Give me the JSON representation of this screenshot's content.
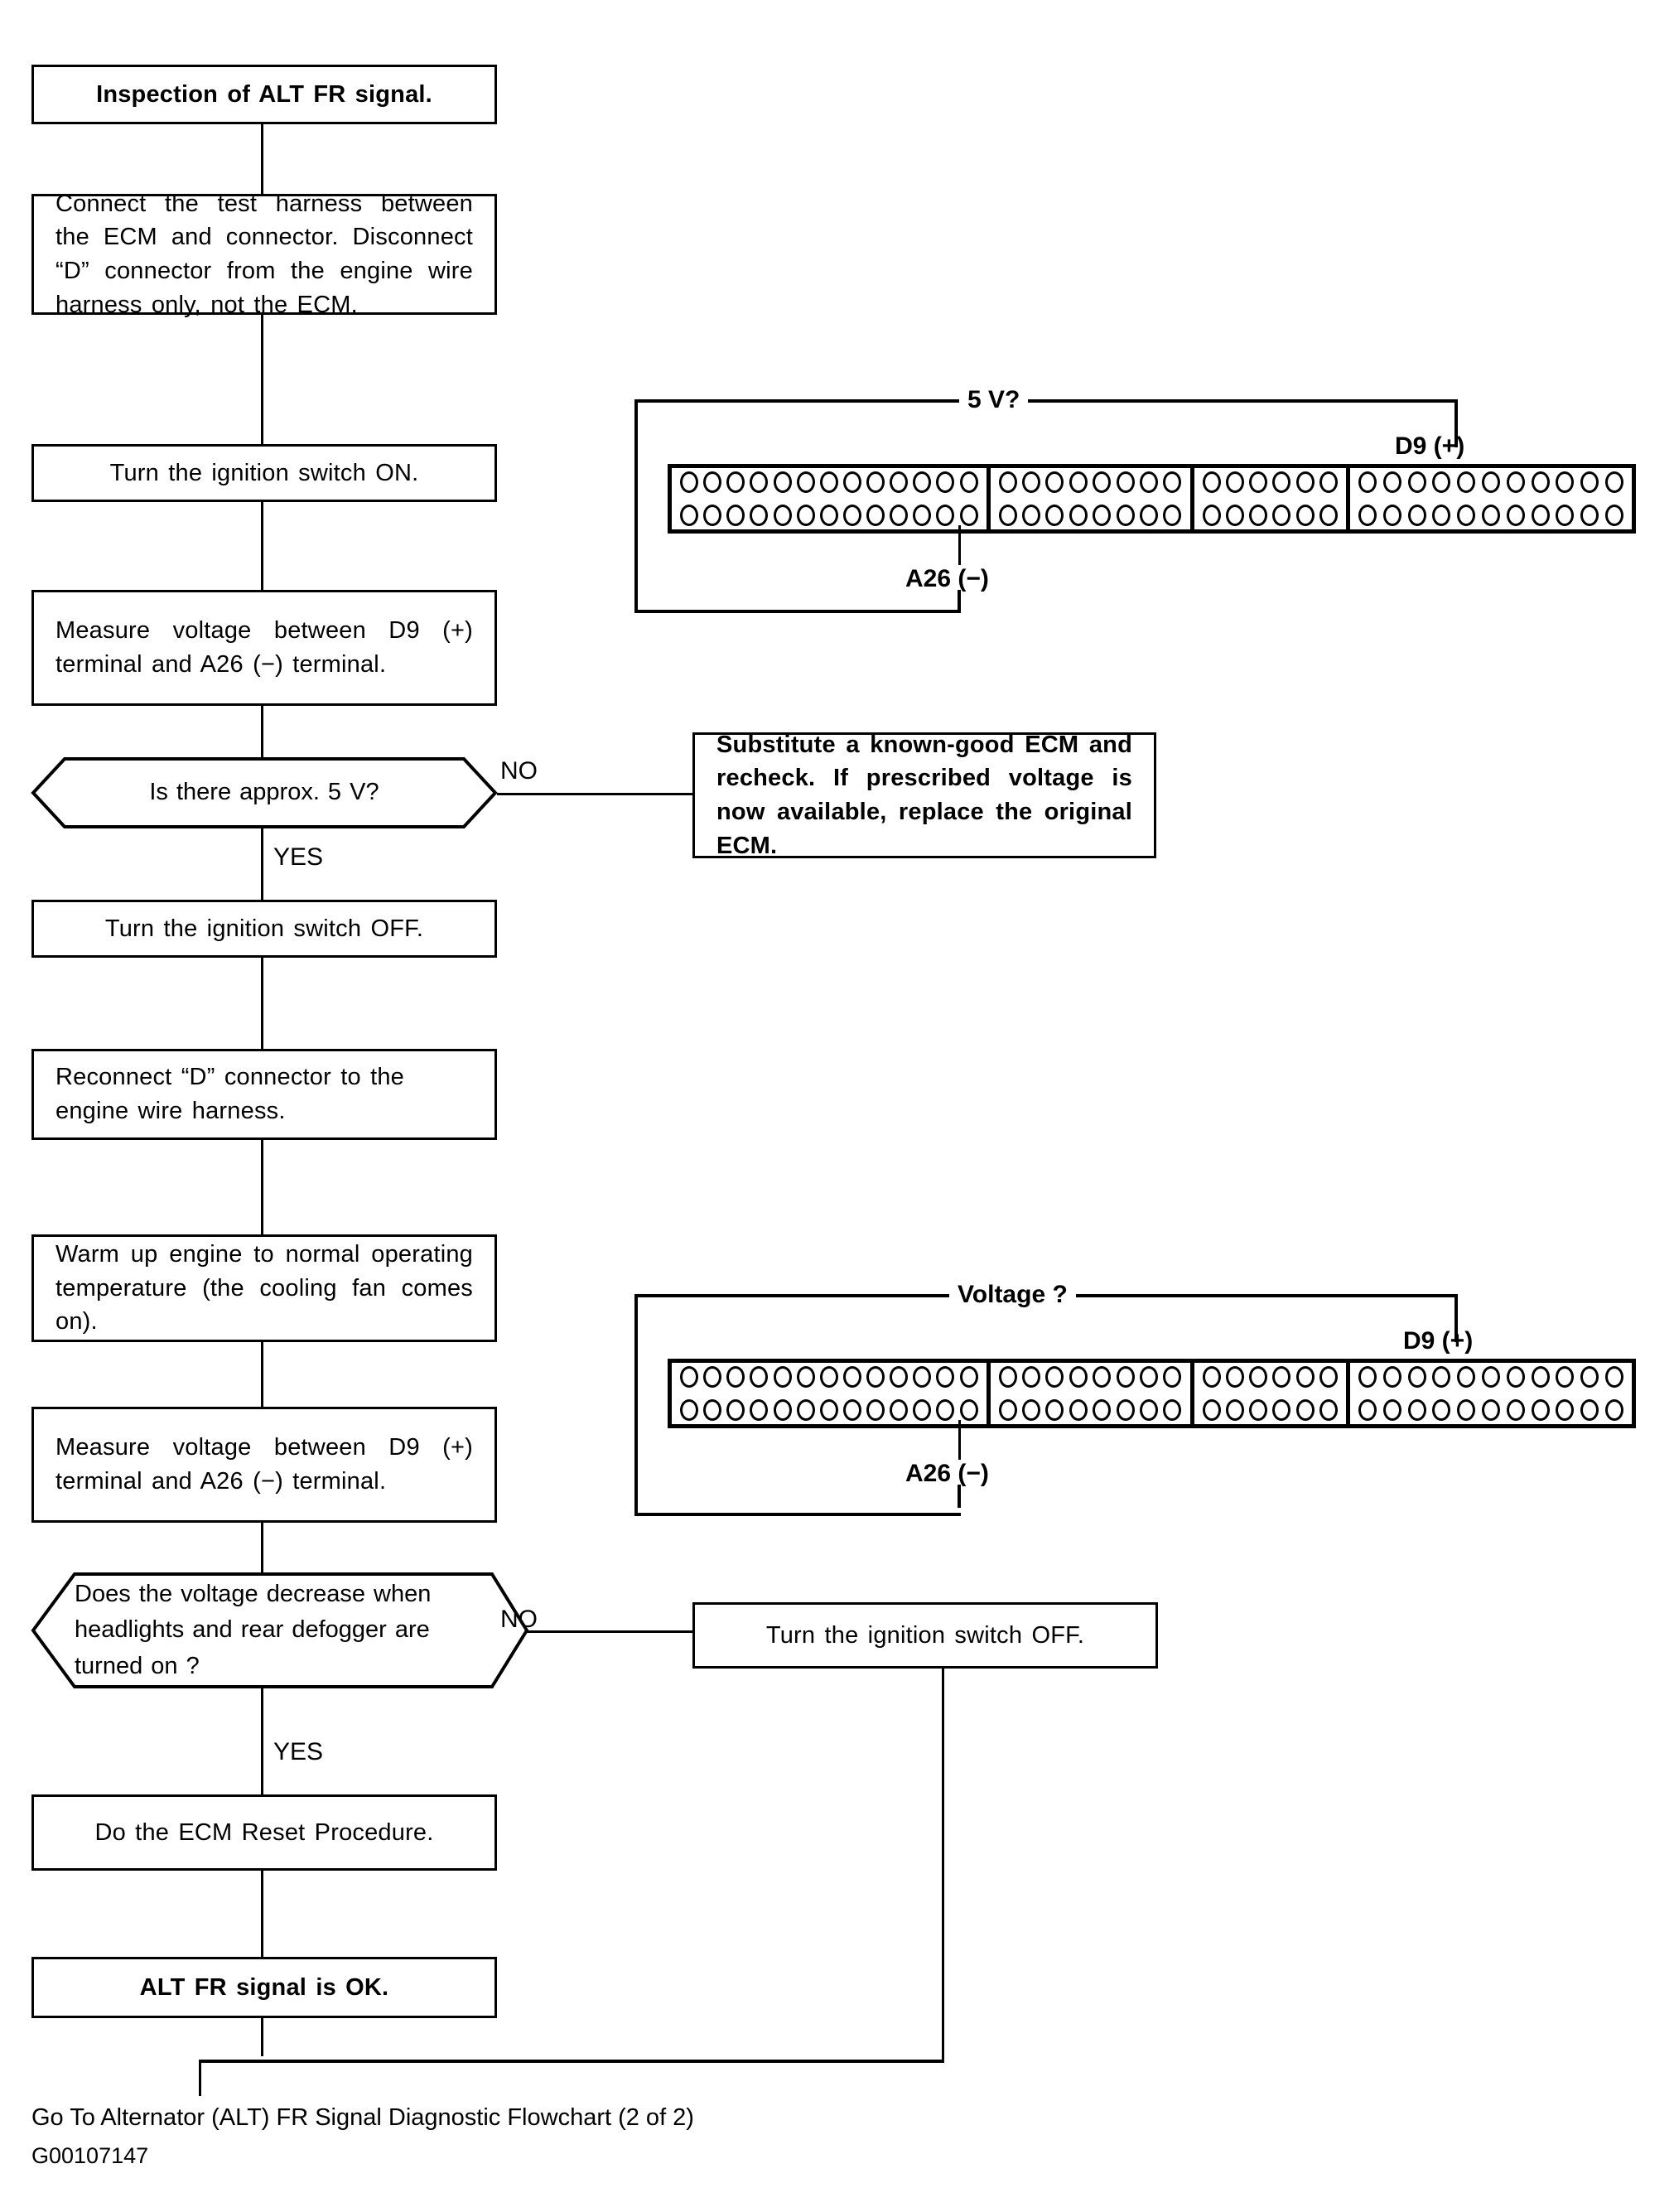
{
  "title": "Inspection of ALT FR signal.",
  "flow": {
    "step_title": "Inspection of ALT FR signal.",
    "step_connect": "Connect the test harness between the ECM and connector. Disconnect “D” connector from the engine wire harness only, not the ECM.",
    "step_ign_on": "Turn the ignition switch ON.",
    "step_measure_1": "Measure voltage between D9 (+) terminal and A26 (−) terminal.",
    "decision_1": "Is there approx. 5 V?",
    "decision_1_yes": "YES",
    "decision_1_no": "NO",
    "substitute_box": "Substitute a known-good ECM and recheck. If prescribed voltage is now available, replace the original ECM.",
    "step_ign_off_1": "Turn the ignition switch OFF.",
    "step_reconnect": "Reconnect “D” connector to the engine wire harness.",
    "step_warmup": "Warm up engine to normal operating temperature (the cooling fan comes on).",
    "step_measure_2": "Measure voltage between D9 (+) terminal and A26 (−) terminal.",
    "decision_2": "Does the voltage decrease when headlights and rear defogger are turned on ?",
    "decision_2_yes": "YES",
    "decision_2_no": "NO",
    "step_ign_off_2": "Turn the ignition switch OFF.",
    "step_reset": "Do the ECM Reset Procedure.",
    "step_ok": "ALT FR signal is OK."
  },
  "connector_top": {
    "measure_label": "5 V?",
    "positive_label": "D9 (+)",
    "negative_label": "A26 (−)",
    "segments": [
      13,
      8,
      6,
      11
    ],
    "rows": 2,
    "positive_segment": 4,
    "positive_pin_index": 5,
    "positive_pin_row": 1,
    "negative_segment": 1,
    "negative_pin_index": 13,
    "negative_pin_row": 2
  },
  "connector_bottom": {
    "measure_label": "Voltage ?",
    "positive_label": "D9 (+)",
    "negative_label": "A26 (−)",
    "segments": [
      13,
      8,
      6,
      11
    ],
    "rows": 2,
    "positive_segment": 4,
    "positive_pin_index": 5,
    "positive_pin_row": 1,
    "negative_segment": 1,
    "negative_pin_index": 13,
    "negative_pin_row": 2
  },
  "footer": {
    "goto": "Go To Alternator (ALT) FR Signal Diagnostic Flowchart (2 of 2)",
    "code": "G00107147"
  },
  "colors": {
    "ink": "#000000",
    "paper": "#ffffff"
  }
}
